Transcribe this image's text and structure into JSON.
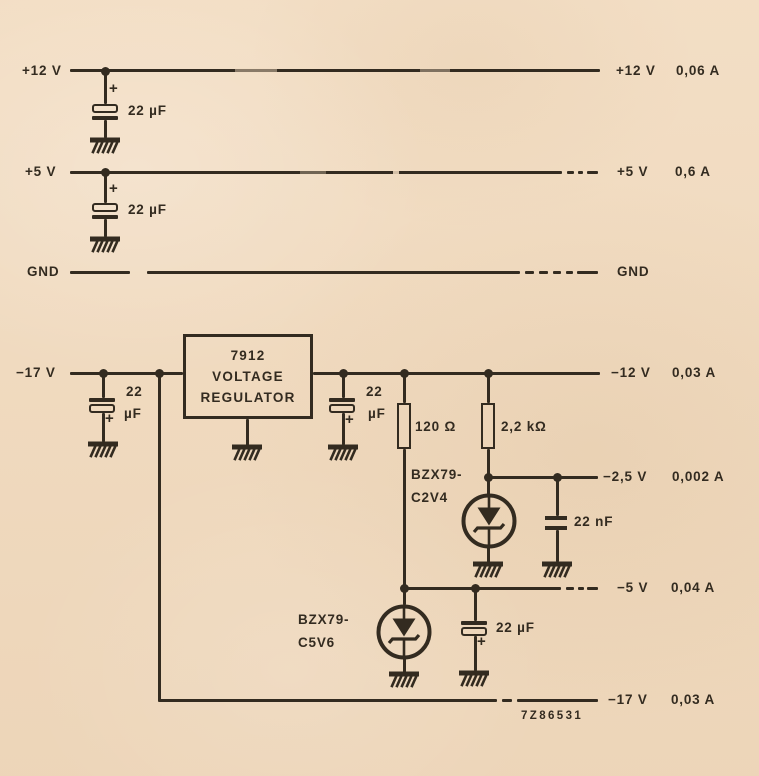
{
  "colors": {
    "background": "#f2dcc1",
    "ink": "#332b20"
  },
  "io_labels": {
    "p12_left": "+12 V",
    "p12_right_v": "+12 V",
    "p12_right_a": "0,06 A",
    "p5_left": "+5 V",
    "p5_right_v": "+5 V",
    "p5_right_a": "0,6 A",
    "gnd_left": "GND",
    "gnd_right": "GND",
    "m17_left": "−17 V",
    "m12_right_v": "−12 V",
    "m12_right_a": "0,03 A",
    "m2v5_right_v": "−2,5 V",
    "m2v5_right_a": "0,002 A",
    "m5_right_v": "−5 V",
    "m5_right_a": "0,04 A",
    "m17_right_v": "−17 V",
    "m17_right_a": "0,03 A"
  },
  "components": {
    "regulator": {
      "line1": "7912",
      "line2": "VOLTAGE",
      "line3": "REGULATOR"
    },
    "c1": {
      "value": "22 µF",
      "polarity": "+"
    },
    "c2": {
      "value": "22 µF",
      "polarity": "+"
    },
    "c3": {
      "value_top": "22",
      "value_bottom": "µF",
      "polarity": "+"
    },
    "c4": {
      "value_top": "22",
      "value_bottom": "µF",
      "polarity": "+"
    },
    "r1": {
      "value": "120 Ω"
    },
    "r2": {
      "value": "2,2 kΩ"
    },
    "z1": {
      "part_line1": "BZX79-",
      "part_line2": "C2V4"
    },
    "z2": {
      "part_line1": "BZX79-",
      "part_line2": "C5V6"
    },
    "c5": {
      "value": "22 nF"
    },
    "c6": {
      "value": "22 µF",
      "polarity": "+"
    }
  },
  "figure_code": "7Z86531"
}
